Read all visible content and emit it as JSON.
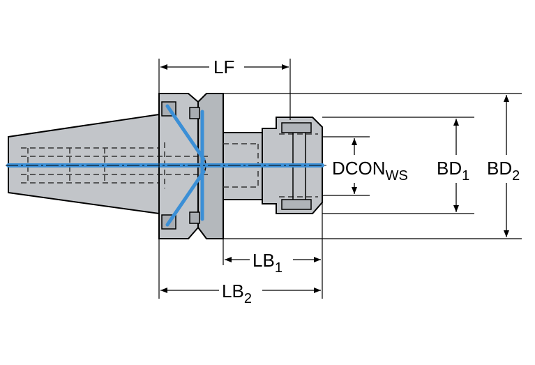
{
  "dimensions": {
    "lf": "LF",
    "lb1": {
      "main": "LB",
      "sub": "1"
    },
    "lb2": {
      "main": "LB",
      "sub": "2"
    },
    "dcon": {
      "main": "DCON",
      "sub": "WS"
    },
    "bd1": {
      "main": "BD",
      "sub": "1"
    },
    "bd2": {
      "main": "BD",
      "sub": "2"
    }
  },
  "colors": {
    "metal": "#c2c5c9",
    "metal_dark": "#8f9398",
    "outline": "#000000",
    "coolant": "#3b8fd6"
  }
}
